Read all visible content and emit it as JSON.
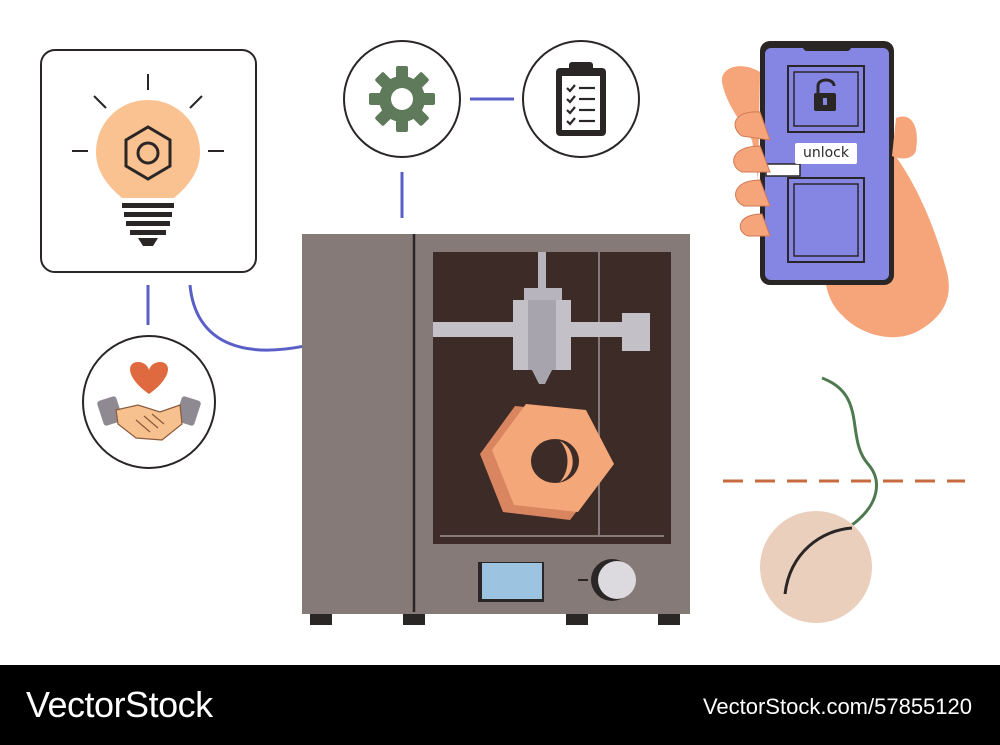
{
  "phone": {
    "unlock_label": "unlock"
  },
  "footer": {
    "brand": "VectorStock",
    "stock_id": "VectorStock.com/57855120"
  },
  "colors": {
    "outline": "#2b2626",
    "connector": "#5a5fc8",
    "printer_body": "#857a77",
    "printer_chamber": "#3d2b27",
    "printed_nut": "#f4a87a",
    "bulb": "#fbc291",
    "phone_screen": "#8585e3",
    "hand": "#f6a57a",
    "seed": "#ebcfbd",
    "sprout": "#4f7a4f",
    "dashed_line": "#c76a3f",
    "gear": "#5e7a5a",
    "heart": "#e06a3f"
  },
  "icons": [
    "lightbulb-idea-icon",
    "handshake-heart-icon",
    "gear-icon",
    "clipboard-checklist-icon",
    "padlock-icon"
  ]
}
